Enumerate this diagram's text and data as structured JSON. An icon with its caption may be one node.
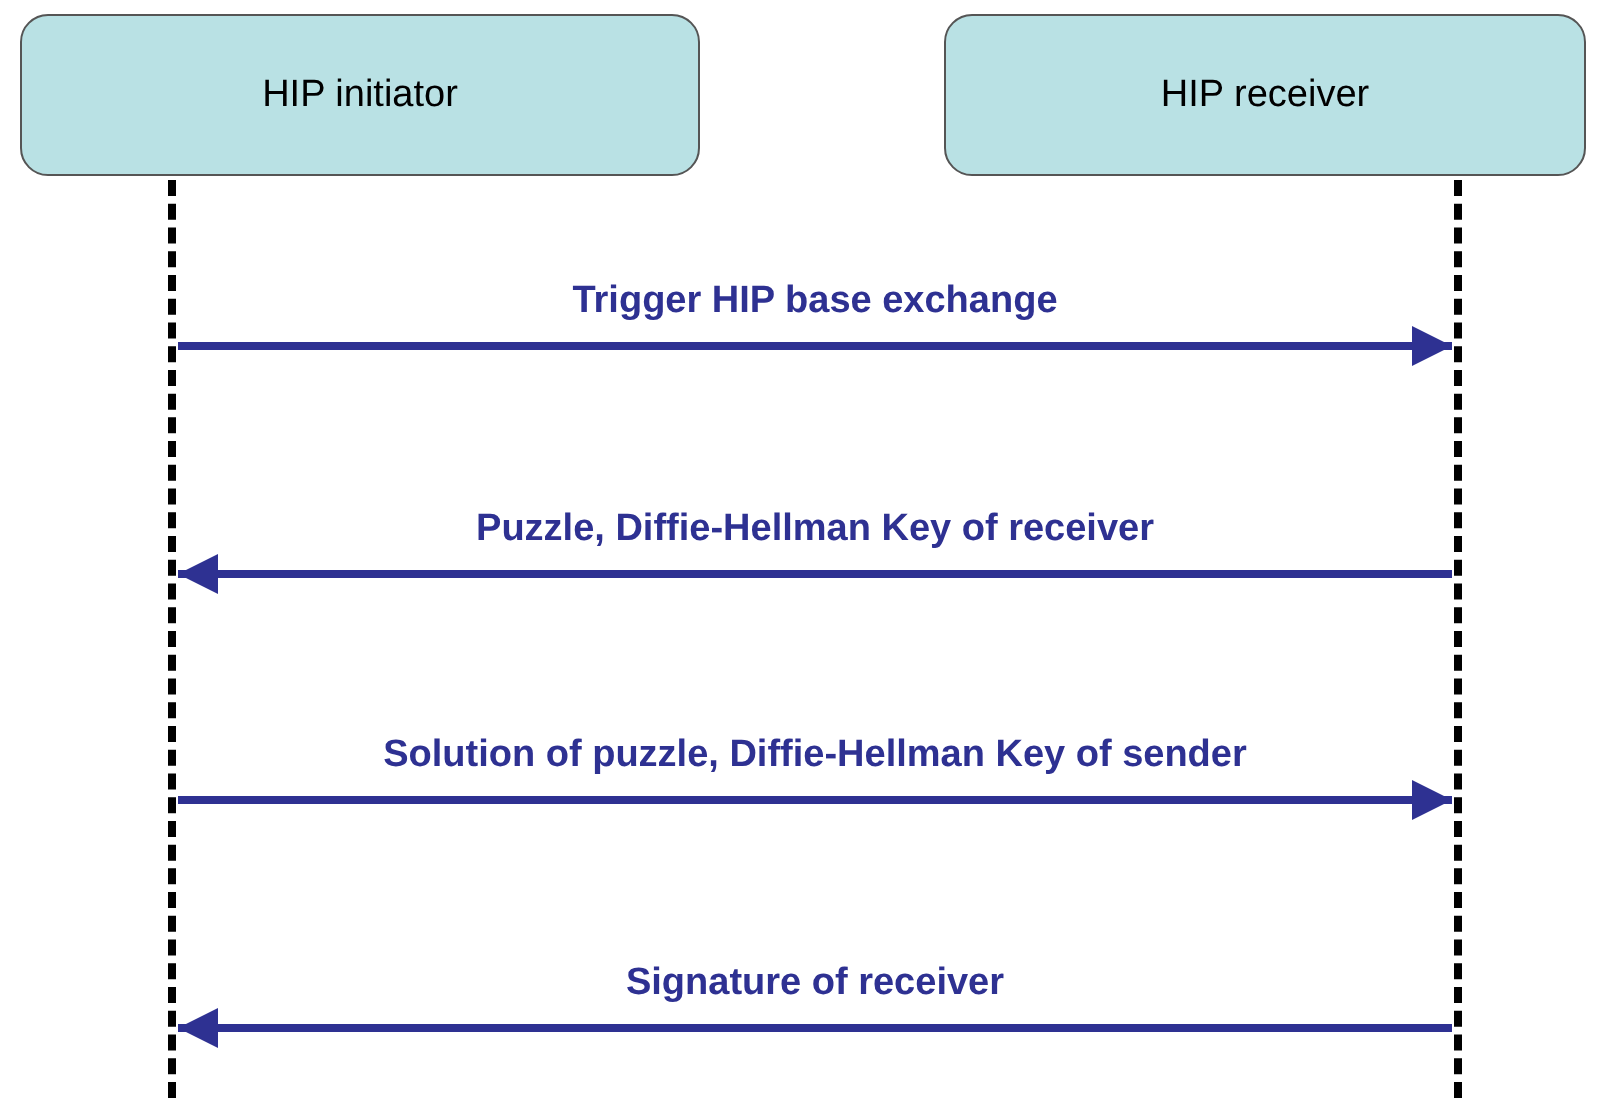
{
  "diagram": {
    "nodes": [
      {
        "text": [
          "HIP initiator"
        ]
      },
      {
        "text": [
          "HIP receiver"
        ]
      },
      {
        "text": [],
        "shape": "line"
      },
      {
        "text": [],
        "shape": "line"
      }
    ],
    "edges": [
      {
        "from": 2,
        "to": 3,
        "arrow": "to",
        "label": "Trigger HIP base exchange"
      },
      {
        "from": 3,
        "to": 2,
        "arrow": "to",
        "label": "Puzzle, Diffie-Hellman Key of receiver"
      },
      {
        "from": 2,
        "to": 3,
        "arrow": "to",
        "label": "Solution of puzzle, Diffie-Hellman Key of sender"
      },
      {
        "from": 3,
        "to": 2,
        "arrow": "to",
        "label": "Signature of receiver"
      }
    ]
  }
}
